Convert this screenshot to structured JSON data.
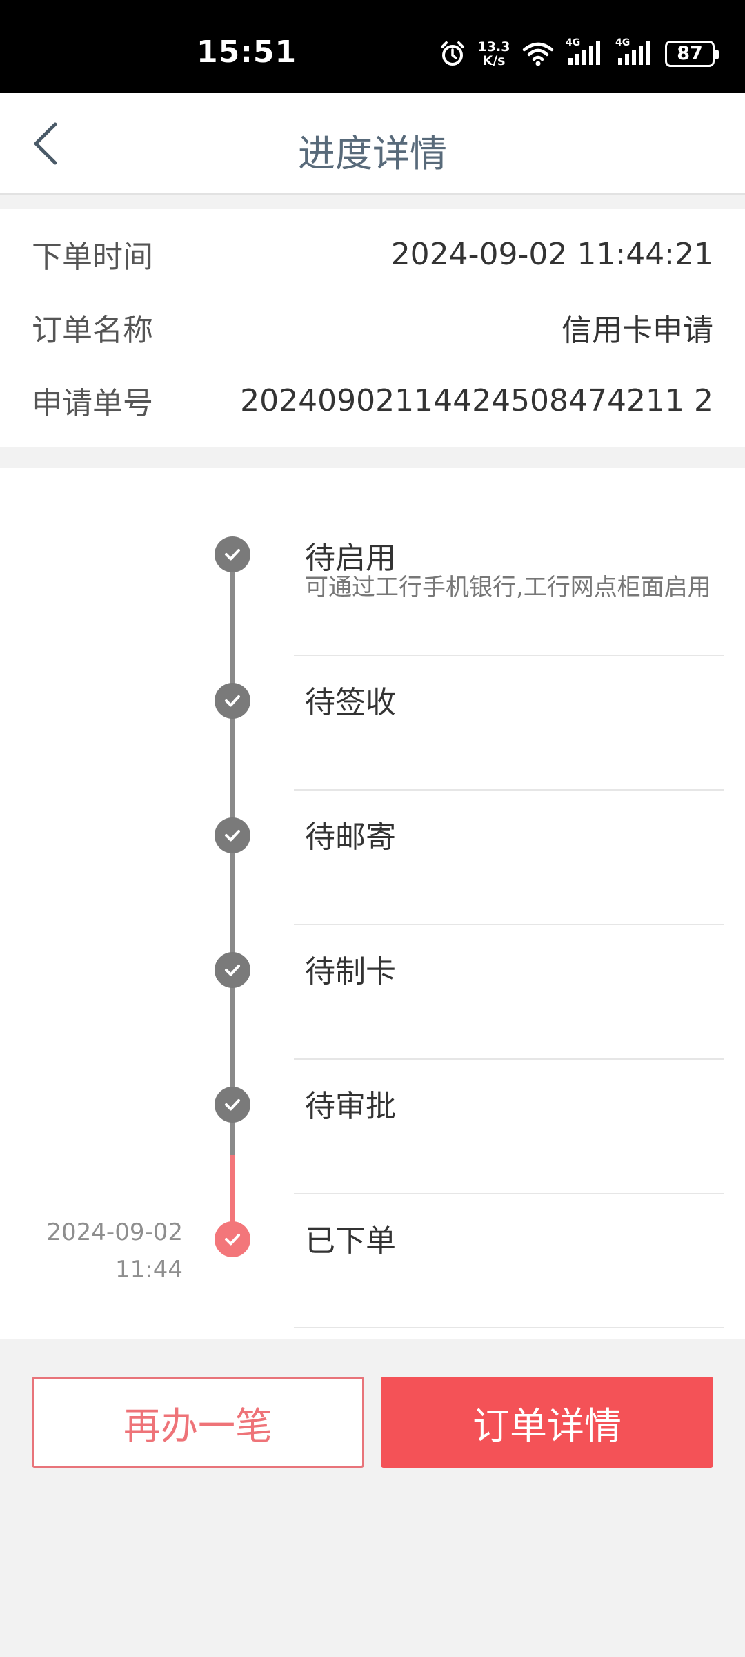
{
  "status_bar": {
    "time": "15:51",
    "speed_value": "13.3",
    "speed_unit": "K/s",
    "net_label_1": "4G",
    "net_label_2": "4G",
    "battery": "87",
    "icons": [
      "alarm-icon",
      "wifi-icon",
      "signal-icon",
      "signal-icon",
      "battery-icon"
    ]
  },
  "nav": {
    "title": "进度详情",
    "back_icon": "chevron-left-icon"
  },
  "info": {
    "rows": [
      {
        "label": "下单时间",
        "value": "2024-09-02 11:44:21"
      },
      {
        "label": "订单名称",
        "value": "信用卡申请"
      },
      {
        "label": "申请单号",
        "value": "20240902114424508474211 2"
      }
    ]
  },
  "timeline": {
    "steps": [
      {
        "title": "待启用",
        "desc": "可通过工行手机银行,工行网点柜面启用",
        "done": true
      },
      {
        "title": "待签收",
        "desc": "",
        "done": true
      },
      {
        "title": "待邮寄",
        "desc": "",
        "done": true
      },
      {
        "title": "待制卡",
        "desc": "",
        "done": true
      },
      {
        "title": "待审批",
        "desc": "",
        "done": true
      },
      {
        "title": "已下单",
        "desc": "",
        "done": true,
        "current": true,
        "date": "2024-09-02",
        "time": "11:44"
      }
    ],
    "colors": {
      "done": "#7a7a7a",
      "current": "#f3767a"
    }
  },
  "buttons": {
    "again": "再办一笔",
    "detail": "订单详情"
  },
  "colors": {
    "accent": "#f45257",
    "title": "#586a7a"
  }
}
